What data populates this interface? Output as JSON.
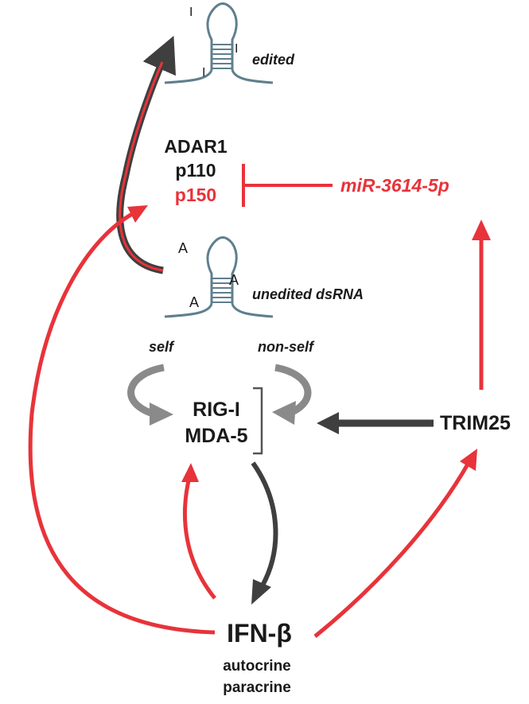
{
  "colors": {
    "red": "#e8333a",
    "dark": "#3f3f3f",
    "gray": "#8a8a8a",
    "rna": "#5f7f8e",
    "text": "#1a1a1a"
  },
  "rna_edited": {
    "label": "edited",
    "bases": [
      "I",
      "I",
      "I"
    ]
  },
  "rna_unedited": {
    "label": "unedited dsRNA",
    "bases": [
      "A",
      "A",
      "A"
    ]
  },
  "adar": {
    "name": "ADAR1",
    "isoform1": "p110",
    "isoform2": "p150"
  },
  "mirna": "miR-3614-5p",
  "sensing": {
    "self": "self",
    "nonself": "non-self"
  },
  "sensors": {
    "rigi": "RIG-I",
    "mda5": "MDA-5"
  },
  "trim25": "TRIM25",
  "ifn": {
    "name": "IFN-β",
    "mode1": "autocrine",
    "mode2": "paracrine"
  }
}
